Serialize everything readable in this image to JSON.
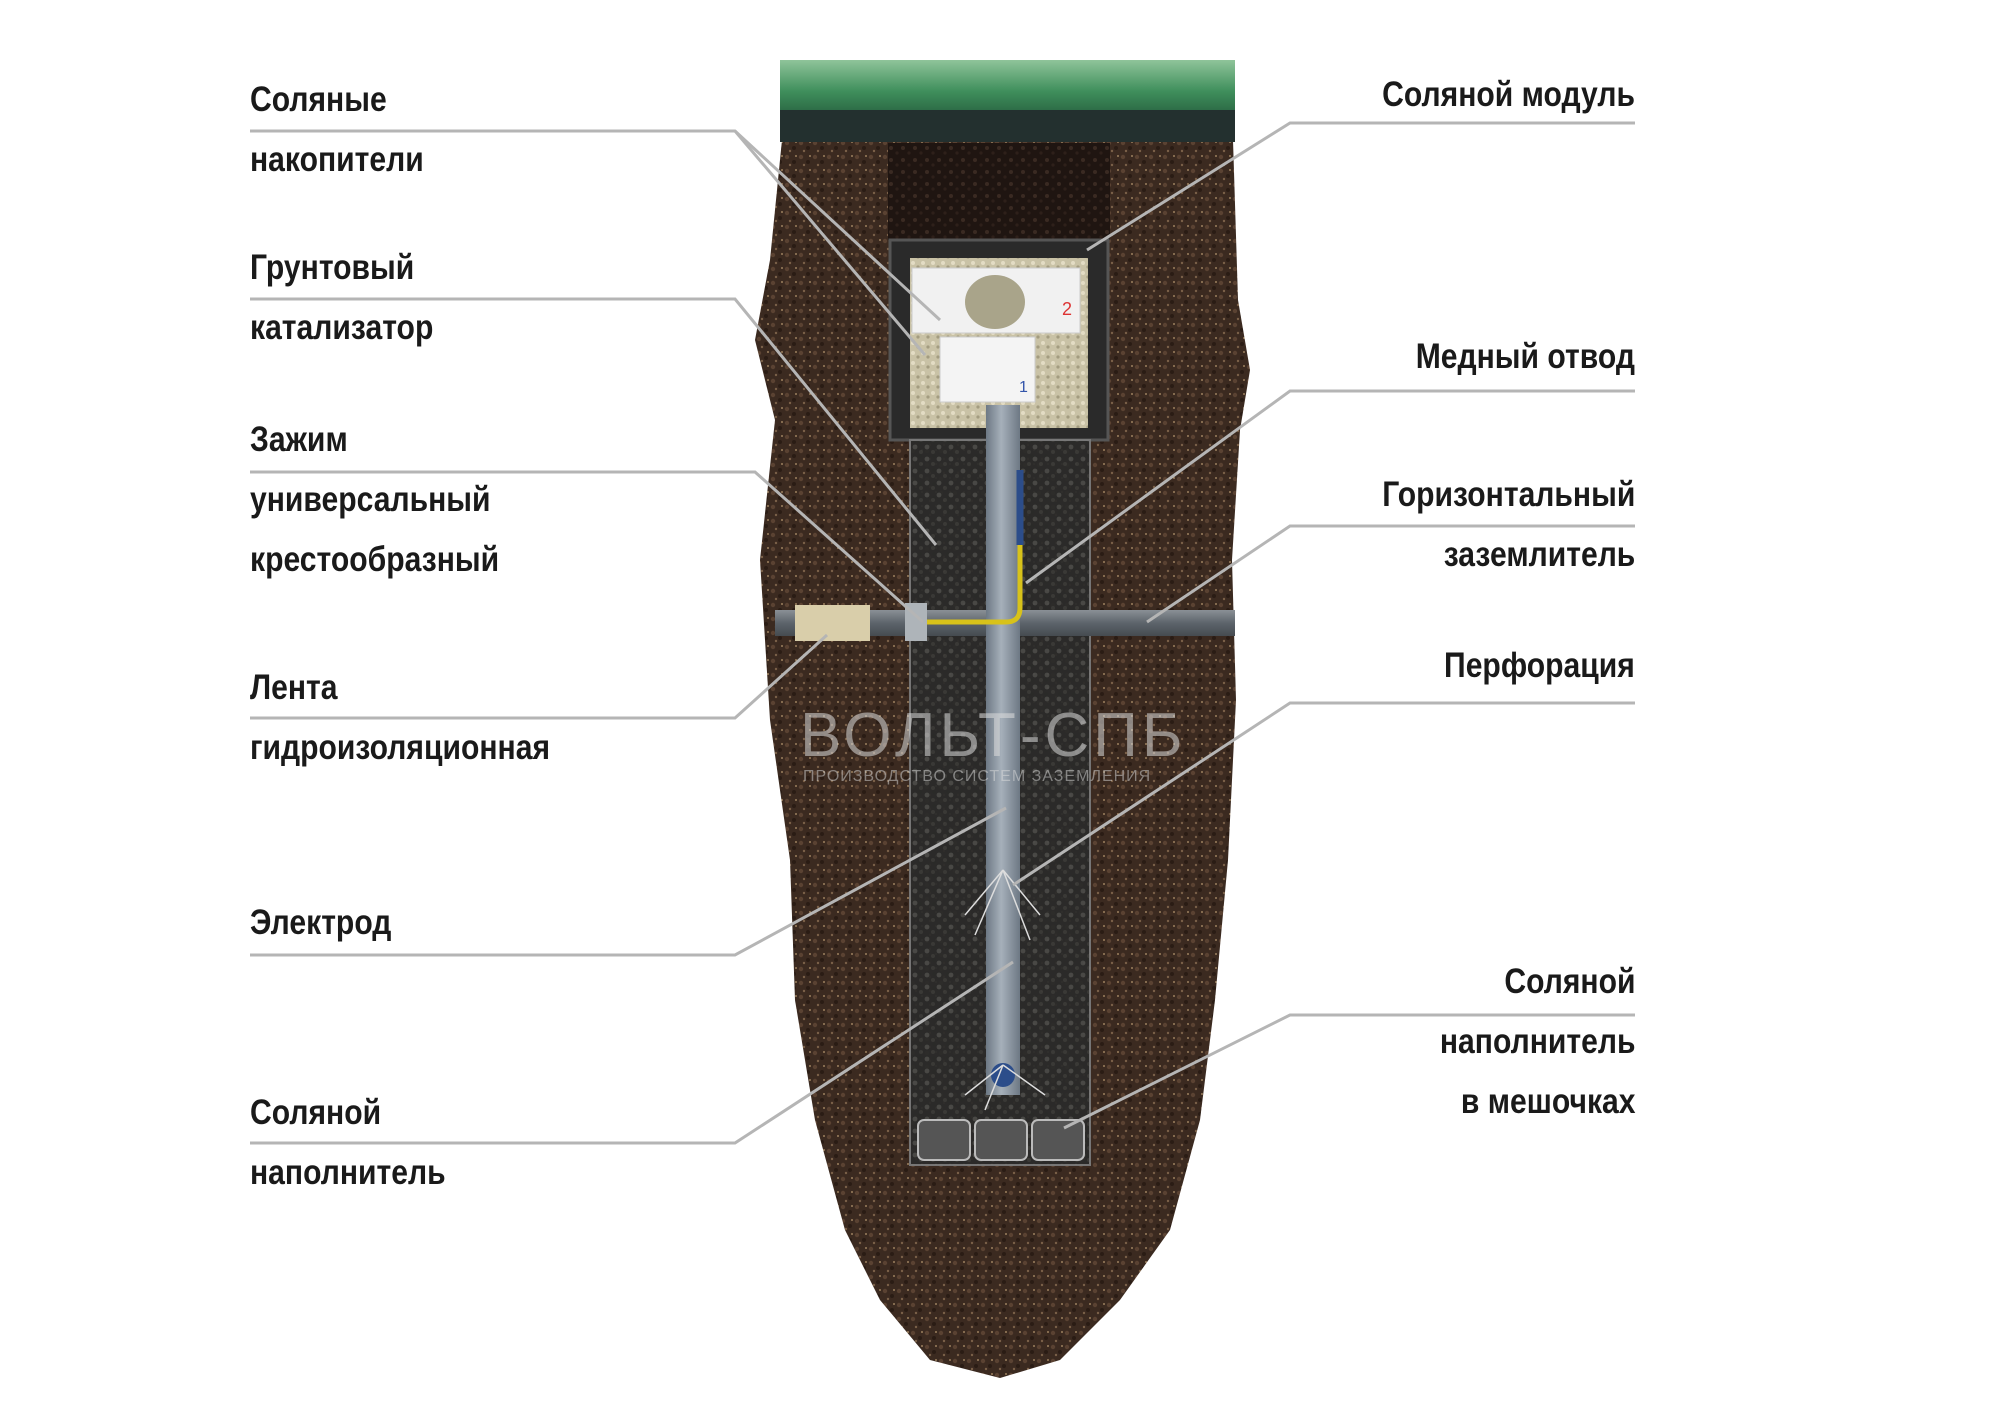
{
  "left_labels": [
    {
      "id": "salt-accumulators",
      "lines": [
        "Соляные",
        "накопители"
      ]
    },
    {
      "id": "soil-catalyst",
      "lines": [
        "Грунтовый",
        "катализатор"
      ]
    },
    {
      "id": "cross-clamp",
      "lines": [
        "Зажим",
        "универсальный",
        "крестообразный"
      ]
    },
    {
      "id": "waterproof-tape",
      "lines": [
        "Лента",
        "гидроизоляционная"
      ]
    },
    {
      "id": "electrode",
      "lines": [
        "Электрод"
      ]
    },
    {
      "id": "salt-filler",
      "lines": [
        "Соляной",
        "наполнитель"
      ]
    }
  ],
  "right_labels": [
    {
      "id": "salt-module",
      "lines": [
        "Соляной модуль"
      ]
    },
    {
      "id": "copper-lead",
      "lines": [
        "Медный отвод"
      ]
    },
    {
      "id": "horizontal-earth",
      "lines": [
        "Горизонтальный",
        "заземлитель"
      ]
    },
    {
      "id": "perforation",
      "lines": [
        "Перфорация"
      ]
    },
    {
      "id": "salt-filler-bags",
      "lines": [
        "Соляной",
        "наполнитель",
        "в мешочках"
      ]
    }
  ],
  "sachet_numbers": [
    "2",
    "1"
  ],
  "watermark": {
    "brand": "ВОЛЬТ-СПБ",
    "tagline": "ПРОИЗВОДСТВО СИСТЕМ ЗАЗЕМЛЕНИЯ"
  },
  "colors": {
    "soil": "#3a2a20",
    "grass": "#3f8f5c",
    "pipe": "#8a96a2",
    "leader": "#b5b5b5",
    "copper_wire": "#d8c21a"
  }
}
